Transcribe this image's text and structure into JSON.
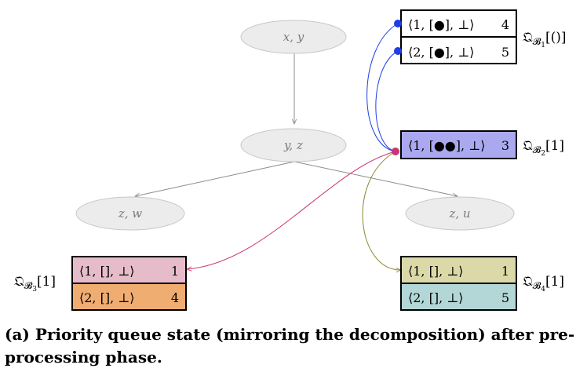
{
  "colors": {
    "node_fill": "#ececec",
    "node_stroke": "#c8c8c8",
    "tree_edge": "#8c8c8c",
    "q1_fill": "#ffffff",
    "q2_fill": "#aaa9f0",
    "q3_row1_fill": "#e6bccb",
    "q3_row2_fill": "#f0ad72",
    "q4_row1_fill": "#dcd9a9",
    "q4_row2_fill": "#b3d6d6",
    "blue": "#1f3de6",
    "magenta": "#cc3375",
    "olive": "#8a8530"
  },
  "tree": {
    "nodes": [
      {
        "id": "xy",
        "label": "x, y"
      },
      {
        "id": "yz",
        "label": "y, z"
      },
      {
        "id": "zw",
        "label": "z, w"
      },
      {
        "id": "zu",
        "label": "z, u"
      }
    ],
    "edges": [
      {
        "from": "xy",
        "to": "yz"
      },
      {
        "from": "yz",
        "to": "zw"
      },
      {
        "from": "yz",
        "to": "zu"
      }
    ]
  },
  "queues": {
    "b1": {
      "label_main": "𝔔",
      "label_sub": "𝓑",
      "label_subsub": "1",
      "label_arg": "[()]",
      "rows": [
        {
          "text": "⟨1, [●], ⊥⟩",
          "value": "4"
        },
        {
          "text": "⟨2, [●], ⊥⟩",
          "value": "5"
        }
      ]
    },
    "b2": {
      "label_main": "𝔔",
      "label_sub": "𝓑",
      "label_subsub": "2",
      "label_arg": "[1]",
      "rows": [
        {
          "text": "⟨1, [●●], ⊥⟩",
          "value": "3"
        }
      ]
    },
    "b3": {
      "label_main": "𝔔",
      "label_sub": "𝓑",
      "label_subsub": "3",
      "label_arg": "[1]",
      "rows": [
        {
          "text": "⟨1, [], ⊥⟩",
          "value": "1"
        },
        {
          "text": "⟨2, [], ⊥⟩",
          "value": "4"
        }
      ]
    },
    "b4": {
      "label_main": "𝔔",
      "label_sub": "𝓑",
      "label_subsub": "4",
      "label_arg": "[1]",
      "rows": [
        {
          "text": "⟨1, [], ⊥⟩",
          "value": "1"
        },
        {
          "text": "⟨2, [], ⊥⟩",
          "value": "5"
        }
      ]
    }
  },
  "caption": "(a) Priority queue state (mirroring the decomposition) after pre-processing phase."
}
